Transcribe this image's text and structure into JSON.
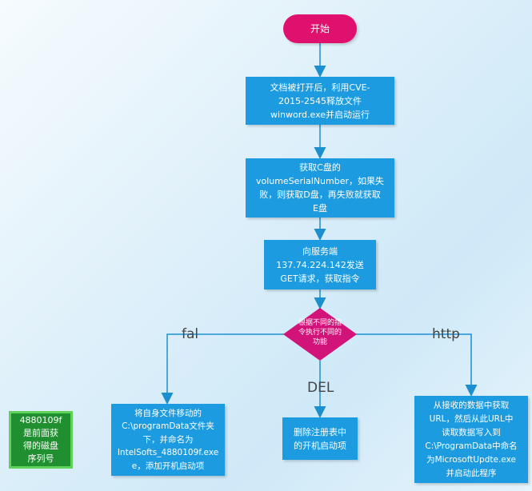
{
  "nodes": {
    "start": "开始",
    "step1": "文档被打开后，利用CVE-\n2015-2545释放文件\nwinword.exe并启动运行",
    "step2": "获取C盘的\nvolumeSerialNumber，如果失\n败，则获取D盘，再失败就获取\nE盘",
    "step3": "向服务端\n137.74.224.142发送\nGET请求，获取指令",
    "decision": "根据不同的指\n令执行不同的\n功能",
    "branch_fal": "将自身文件移动的\nC:\\programData文件夹\n下，并命名为\nIntelSofts_4880109f.exe\ne，添加开机启动项",
    "branch_del": "删除注册表中\n的开机启动项",
    "branch_http": "从接收的数据中获取\nURL，然后从此URL中\n读取数据写入到\nC:\\ProgramData中命名\n为MicrosoftUpdte.exe\n并启动此程序",
    "note": "4880109f\n是前面获\n得的磁盘\n序列号"
  },
  "edge_labels": {
    "fal": "fal",
    "del": "DEL",
    "http": "http"
  },
  "colors": {
    "start": "#e0116e",
    "process": "#1c9be0",
    "decision": "#d2137a",
    "note": "#1f8f2f",
    "arrow": "#1c8fd0"
  }
}
